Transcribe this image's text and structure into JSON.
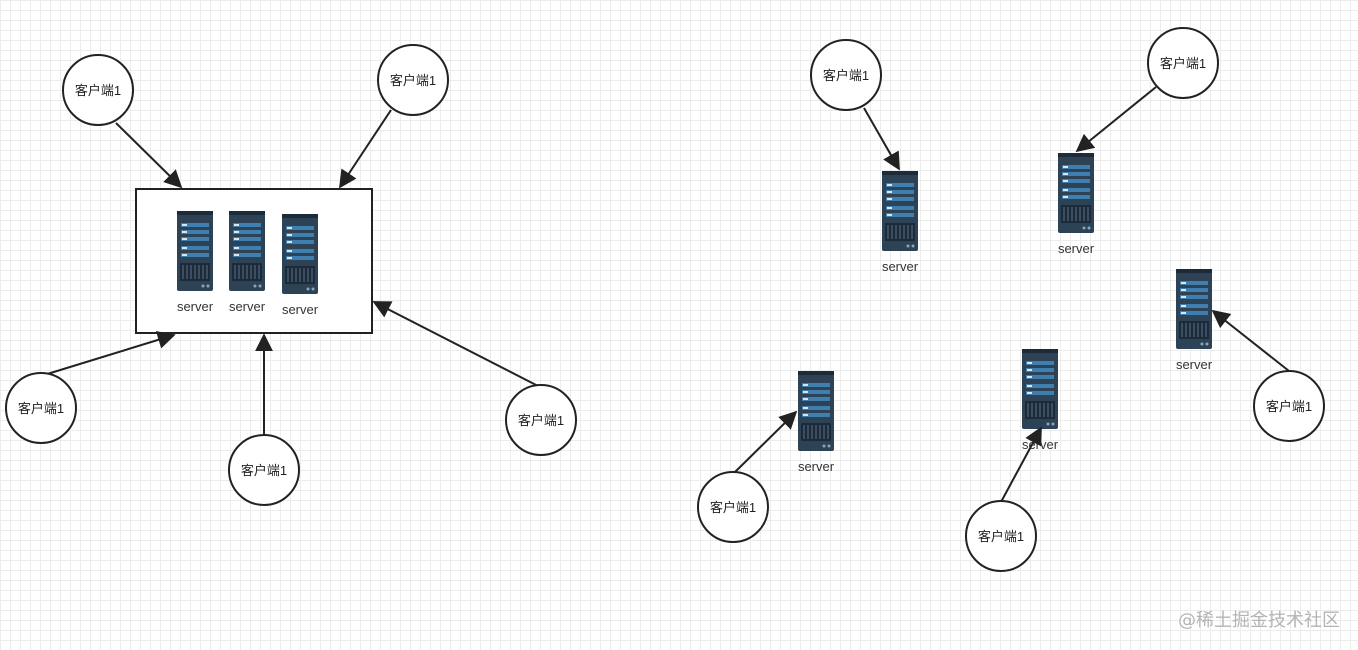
{
  "colors": {
    "edge": "#222222",
    "node_fill": "#ffffff",
    "server_body": "#2e4256",
    "server_dark": "#1c2b3a",
    "server_panel": "#3f7fb0",
    "watermark": "#b4b4b4"
  },
  "icons": {
    "server": "server-rack-icon"
  },
  "nodes": {
    "client_label": "客户端1",
    "server_label": "server"
  },
  "watermark": "@稀土掘金技术社区"
}
